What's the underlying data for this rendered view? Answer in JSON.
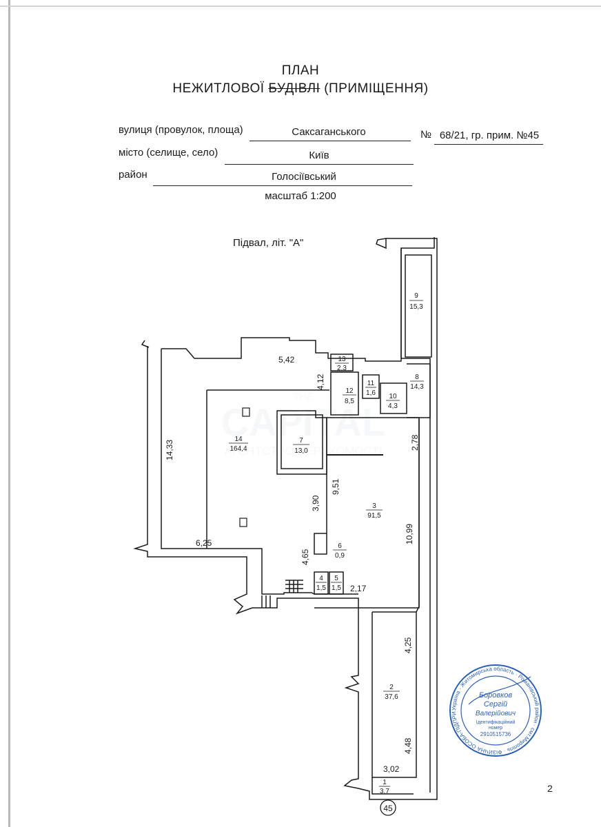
{
  "header": {
    "title_line1": "ПЛАН",
    "title_line2_a": "НЕЖИТЛОВОЇ ",
    "title_line2_struck": "БУДІВЛІ",
    "title_line2_b": " (ПРИМІЩЕННЯ)"
  },
  "fields": {
    "street_label": "вулиця (провулок, площа)",
    "street_value": "Саксаганського",
    "number_label": "№",
    "number_value": "68/21, гр. прим. №45",
    "city_label": "місто (селище, село)",
    "city_value": "Київ",
    "district_label": "район",
    "district_value": "Голосіївський",
    "scale": "масштаб 1:200"
  },
  "plan": {
    "floor_label": "Підвал, літ. \"А\"",
    "rooms": [
      {
        "id": "9",
        "area": "15,3"
      },
      {
        "id": "13",
        "area": "2,3"
      },
      {
        "id": "8",
        "area": "14,3"
      },
      {
        "id": "11",
        "area": "1,6"
      },
      {
        "id": "12",
        "area": "8,5"
      },
      {
        "id": "10",
        "area": "4,3"
      },
      {
        "id": "7",
        "area": "13,0"
      },
      {
        "id": "14",
        "area": "164,4"
      },
      {
        "id": "3",
        "area": "91,5"
      },
      {
        "id": "6",
        "area": "0,9"
      },
      {
        "id": "4",
        "area": "1,5"
      },
      {
        "id": "5",
        "area": "1,5"
      },
      {
        "id": "2",
        "area": "37,6"
      },
      {
        "id": "1",
        "area": "3,7"
      }
    ],
    "dimensions": [
      "5,42",
      "4,12",
      "14,33",
      "2,78",
      "9,51",
      "3,90",
      "6,25",
      "10,99",
      "4,65",
      "2,17",
      "4,25",
      "4,48",
      "3,02"
    ],
    "apartment_circle": "45"
  },
  "stamp": {
    "ring_text": "Україна · Житомирська область · Романівський район · смт.Миропіль · ФІЗИЧНА ОСОБА-ПІДПРИЄМЕЦЬ",
    "name1": "Боровков",
    "name2": "Сергій",
    "name3": "Валерійович",
    "id_label1": "Ідентифікаційний",
    "id_label2": "номер",
    "id_number": "2910515736"
  },
  "watermark": {
    "line1": "THE",
    "line2": "CAPITAL",
    "line3": "АГЕНТСТВО НЕРУХОМОСТІ"
  },
  "page_number": "2",
  "colors": {
    "ink": "#1a1a1a",
    "stamp": "#2c5fb0",
    "watermark": "#9aa3ad"
  }
}
